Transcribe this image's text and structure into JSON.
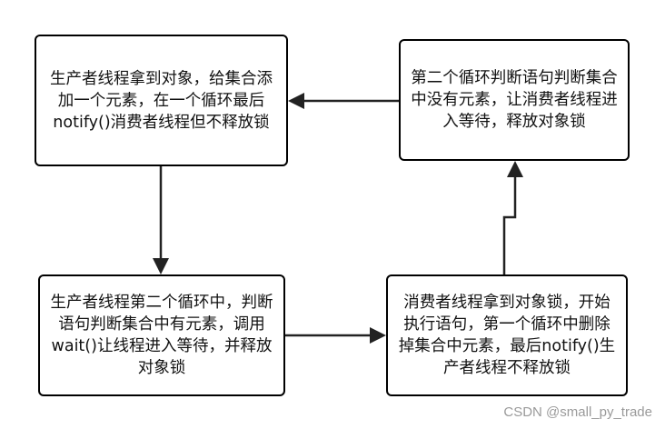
{
  "nodes": {
    "producer_acquires_lock": "生产者线程拿到对象，给集合添加一个元素，在一个循环最后notify()消费者线程但不释放锁",
    "second_loop_empty": "第二个循环判断语句判断集合中没有元素，让消费者线程进入等待，释放对象锁",
    "producer_second_loop": "生产者线程第二个循环中，判断语句判断集合中有元素，调用wait()让线程进入等待，并释放对象锁",
    "consumer_acquires_lock": "消费者线程拿到对象锁，开始执行语句，第一个循环中删除掉集合中元素，最后notify()生产者线程不释放锁"
  },
  "watermark": "CSDN @small_py_trade"
}
